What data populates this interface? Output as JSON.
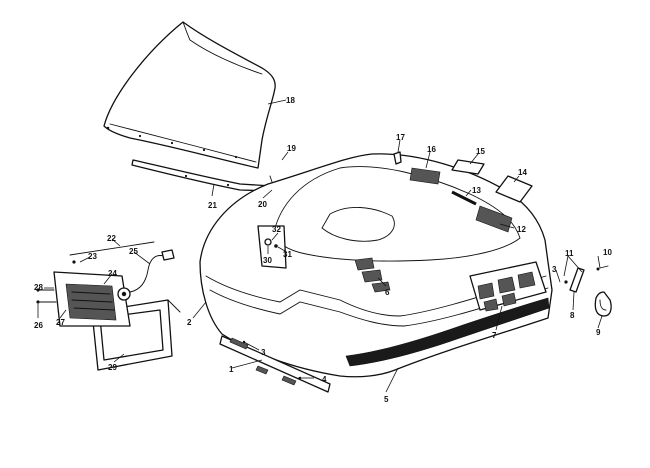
{
  "diagram": {
    "callouts": [
      {
        "id": "c1",
        "label": "1"
      },
      {
        "id": "c2",
        "label": "2"
      },
      {
        "id": "c3",
        "label": "3"
      },
      {
        "id": "c3b",
        "label": "3"
      },
      {
        "id": "c4",
        "label": "4"
      },
      {
        "id": "c5",
        "label": "5"
      },
      {
        "id": "c6",
        "label": "6"
      },
      {
        "id": "c7",
        "label": "7"
      },
      {
        "id": "c8",
        "label": "8"
      },
      {
        "id": "c9",
        "label": "9"
      },
      {
        "id": "c10",
        "label": "10"
      },
      {
        "id": "c11",
        "label": "11"
      },
      {
        "id": "c12",
        "label": "12"
      },
      {
        "id": "c13",
        "label": "13"
      },
      {
        "id": "c14",
        "label": "14"
      },
      {
        "id": "c15",
        "label": "15"
      },
      {
        "id": "c16",
        "label": "16"
      },
      {
        "id": "c17",
        "label": "17"
      },
      {
        "id": "c18",
        "label": "18"
      },
      {
        "id": "c19",
        "label": "19"
      },
      {
        "id": "c20",
        "label": "20"
      },
      {
        "id": "c21",
        "label": "21"
      },
      {
        "id": "c22",
        "label": "22"
      },
      {
        "id": "c23",
        "label": "23"
      },
      {
        "id": "c24",
        "label": "24"
      },
      {
        "id": "c25",
        "label": "25"
      },
      {
        "id": "c26",
        "label": "26"
      },
      {
        "id": "c27",
        "label": "27"
      },
      {
        "id": "c28",
        "label": "28"
      },
      {
        "id": "c29",
        "label": "29"
      },
      {
        "id": "c30",
        "label": "30"
      },
      {
        "id": "c31",
        "label": "31"
      },
      {
        "id": "c32",
        "label": "32"
      }
    ]
  }
}
